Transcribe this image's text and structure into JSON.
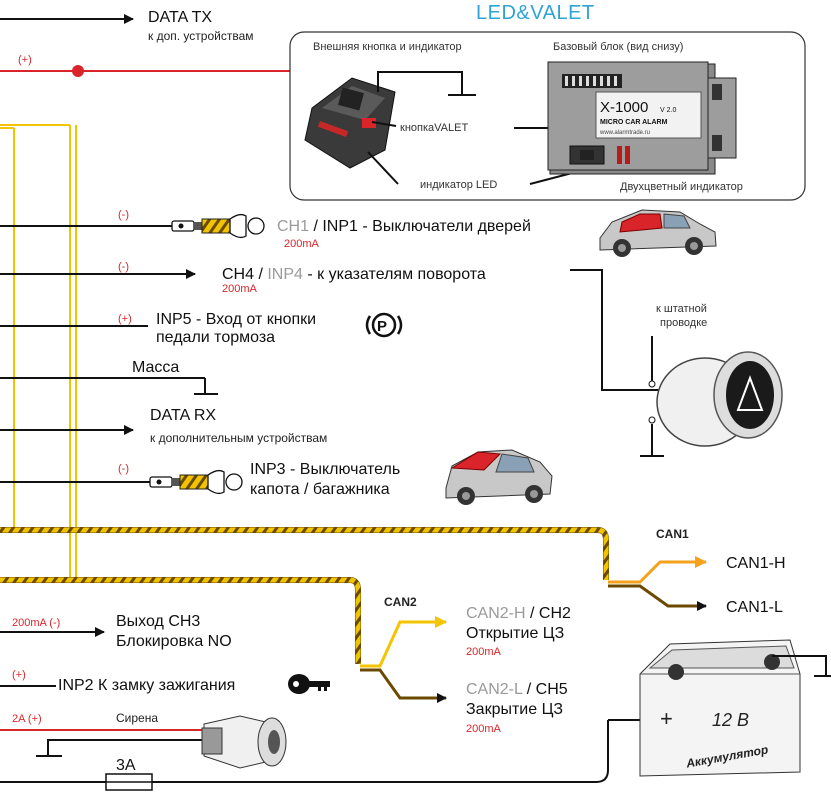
{
  "led_valet": {
    "title": "LED&VALET",
    "ext_button_label": "Внешняя кнопка и индикатор",
    "base_unit_label": "Базовый блок (вид снизу)",
    "button_valet": "кнопкаVALET",
    "indicator_led": "индикатор LED",
    "two_color": "Двухцветный индикатор",
    "device_model": "X-1000",
    "device_version": "V 2.0",
    "device_sub": "MICRO CAR ALARM",
    "device_url": "www.alarmtrade.ru"
  },
  "outputs": {
    "data_tx": "DATA TX",
    "data_tx_sub": "к доп. устройствам",
    "plus_top": "(+)",
    "ch1_pol": "(-)",
    "ch1_a": "CH1",
    "ch1_b": " / INP1 - Выключатели дверей",
    "ch1_current": "200mA",
    "ch4_pol": "(-)",
    "ch4_a": "CH4",
    "ch4_b": " / ",
    "ch4_c": "INP4",
    "ch4_d": " - к указателям поворота",
    "ch4_current": "200mA",
    "to_factory_1": "к штатной",
    "to_factory_2": "проводке",
    "inp5_pol": "(+)",
    "inp5_1": "INP5 - Вход от кнопки",
    "inp5_2": "педали тормоза",
    "brake_symbol": "(P)",
    "ground": "Масса",
    "data_rx": "DATA RX",
    "data_rx_sub": "к дополнительным устройствам",
    "inp3_pol": "(-)",
    "inp3_1": "INP3 - Выключатель",
    "inp3_2": "капота / багажника",
    "can1": "CAN1",
    "can1_h": "CAN1-H",
    "can1_l": "CAN1-L",
    "can2": "CAN2",
    "can2_h_a": "CAN2-H",
    "can2_h_b": " / CH2",
    "can2_h_2": "Открытие ЦЗ",
    "can2_h_current": "200mA",
    "can2_l_a": "CAN2-L",
    "can2_l_b": " / CH5",
    "can2_l_2": "Закрытие ЦЗ",
    "can2_l_current": "200mA",
    "ch3_current": "200mA (-)",
    "ch3_1": "Выход CH3",
    "ch3_2": "Блокировка NO",
    "inp2_pol": "(+)",
    "inp2": "INP2  К замку зажигания",
    "siren_pol": "2A (+)",
    "siren": "Сирена",
    "fuse": "3A",
    "battery_voltage": "12 В",
    "battery_label": "Аккумулятор",
    "battery_plus": "+",
    "battery_minus": "−"
  }
}
